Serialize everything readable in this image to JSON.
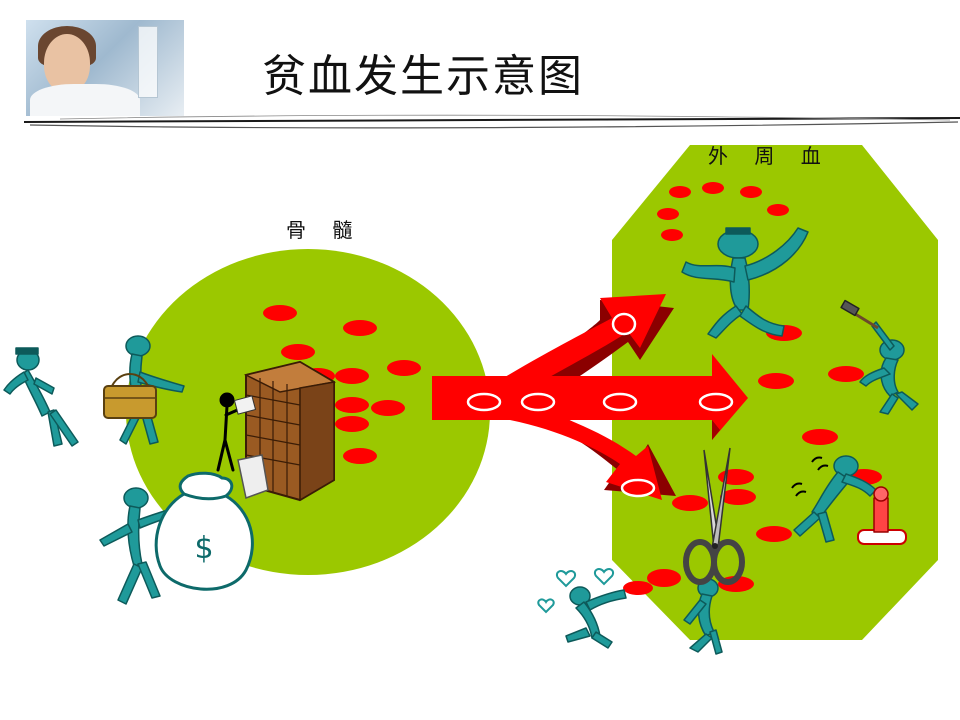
{
  "slide": {
    "title": "贫血发生示意图"
  },
  "labels": {
    "bone_marrow": "骨 髓",
    "peripheral_blood": "外 周 血"
  },
  "colors": {
    "region_green": "#9BC800",
    "cell_red": "#FF0000",
    "arrow_red": "#FF0000",
    "arrow_dark": "#8B0000",
    "figure_teal": "#1F9A9A",
    "cabinet_brown": "#9A5A22",
    "bag_tan": "#C89A2E"
  },
  "icons": {
    "money_bag": "money-bag-icon",
    "money_symbol": "$",
    "scissors": "scissors-icon",
    "hammer": "hammer-icon",
    "plunger": "plunger-icon",
    "hearts": "heart-icon"
  }
}
